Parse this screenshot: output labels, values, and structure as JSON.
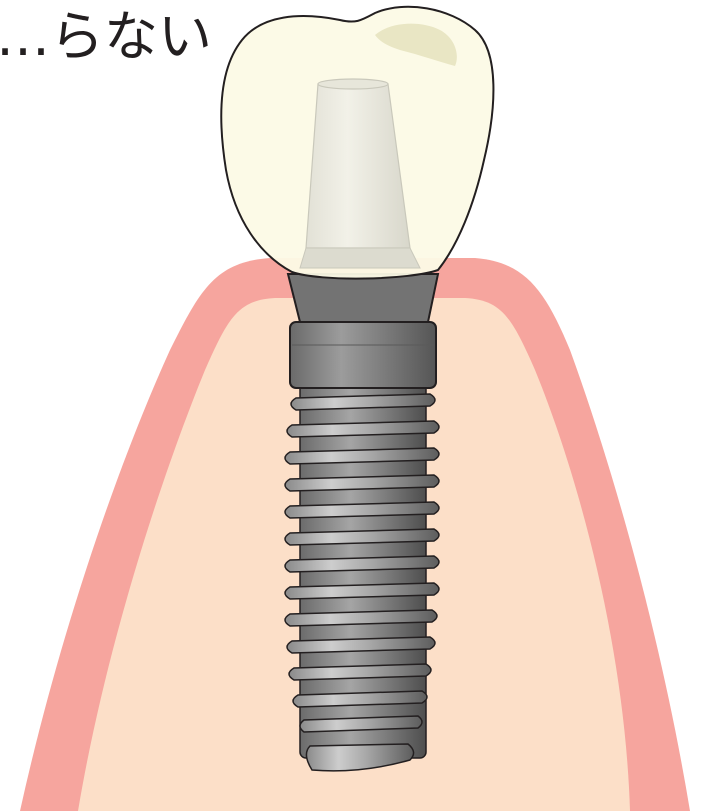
{
  "caption": "…らない",
  "colors": {
    "gum": "#f6a59e",
    "bone": "#fcdfc8",
    "crown": "#fcfae6",
    "crown_stain": "#e9e6c4",
    "abutment": "#ecebe0",
    "collar": "#737373",
    "thread": "#b4b4b4",
    "outline": "#231f20"
  },
  "icons": [
    "tooth-crown",
    "abutment",
    "implant-screw"
  ]
}
